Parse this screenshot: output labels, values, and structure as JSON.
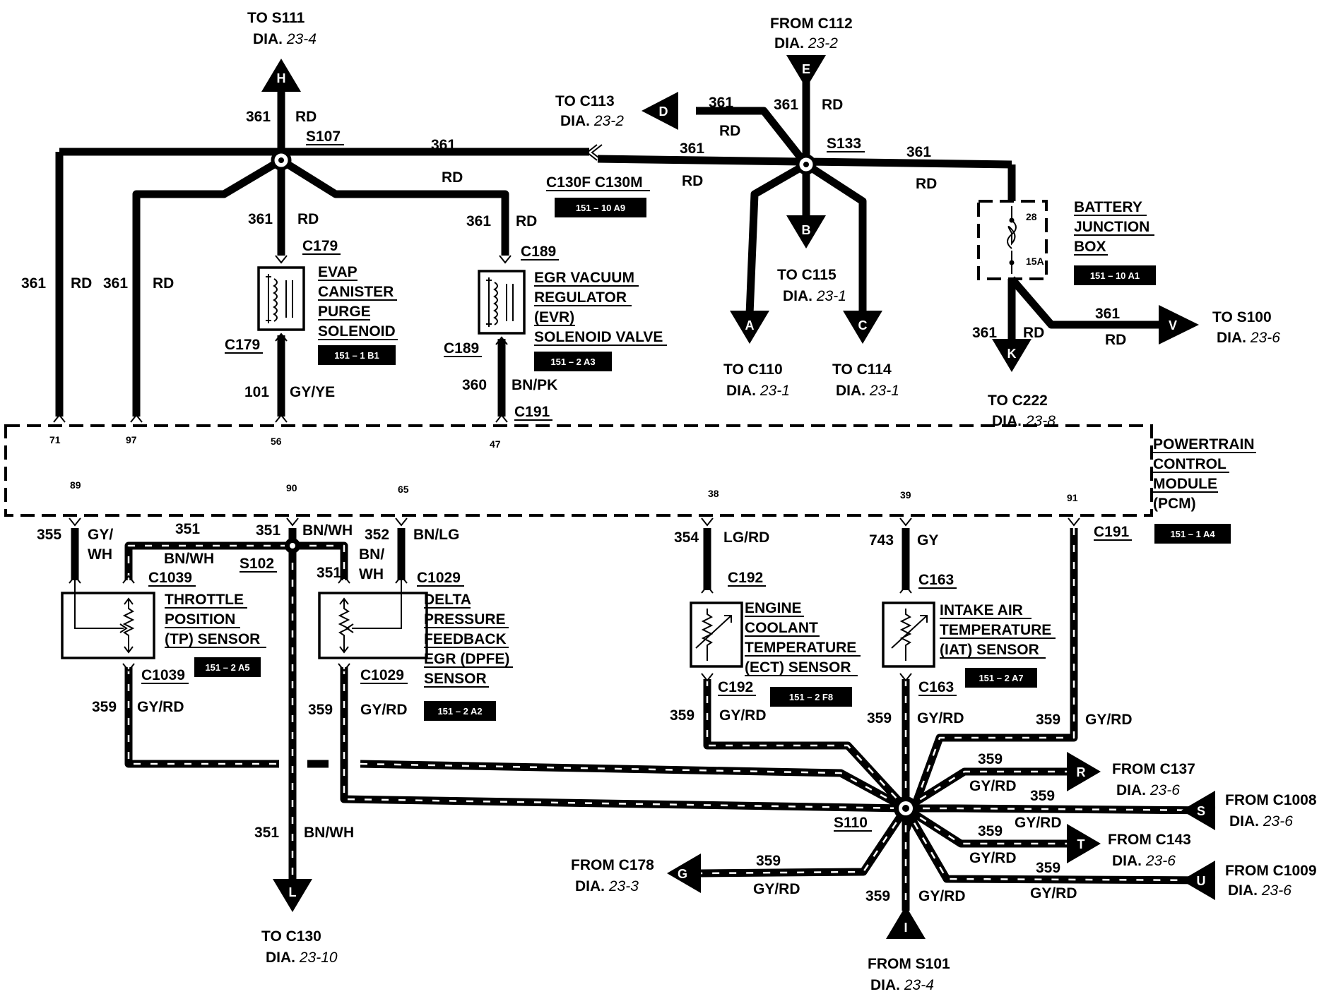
{
  "nodes": {
    "top_h": {
      "l1": "TO S111",
      "l2": "DIA.",
      "l3": "23-4",
      "letter": "H"
    },
    "top_e": {
      "l1": "FROM C112",
      "l2": "DIA.",
      "l3": "23-2",
      "letter": "E"
    },
    "d": {
      "l1": "TO C113",
      "l2": "DIA.",
      "l3": "23-2",
      "letter": "D"
    },
    "b": {
      "l1": "TO C115",
      "l2": "DIA.",
      "l3": "23-1",
      "letter": "B"
    },
    "a": {
      "l1": "TO C110",
      "l2": "DIA.",
      "l3": "23-1",
      "letter": "A"
    },
    "c": {
      "l1": "TO C114",
      "l2": "DIA.",
      "l3": "23-1",
      "letter": "C"
    },
    "k": {
      "l1": "TO C222",
      "l2": "DIA.",
      "l3": "23-8",
      "letter": "K"
    },
    "v": {
      "l1": "TO S100",
      "l2": "DIA.",
      "l3": "23-6",
      "letter": "V"
    },
    "l": {
      "l1": "TO C130",
      "l2": "DIA.",
      "l3": "23-10",
      "letter": "L"
    },
    "r": {
      "l1": "FROM C137",
      "l2": "DIA.",
      "l3": "23-6",
      "letter": "R"
    },
    "s": {
      "l1": "FROM C1008",
      "l2": "DIA.",
      "l3": "23-6",
      "letter": "S"
    },
    "t": {
      "l1": "FROM C143",
      "l2": "DIA.",
      "l3": "23-6",
      "letter": "T"
    },
    "u": {
      "l1": "FROM C1009",
      "l2": "DIA.",
      "l3": "23-6",
      "letter": "U"
    },
    "g": {
      "l1": "FROM C178",
      "l2": "DIA.",
      "l3": "23-3",
      "letter": "G"
    },
    "i": {
      "l1": "FROM S101",
      "l2": "DIA.",
      "l3": "23-4",
      "letter": "I"
    }
  },
  "splices": {
    "s107": "S107",
    "s133": "S133",
    "s102": "S102",
    "s110": "S110"
  },
  "connectors": {
    "c130": "C130F C130M",
    "c179": "C179",
    "c189": "C189",
    "c191": "C191",
    "c1039": "C1039",
    "c1029": "C1029",
    "c192": "C192",
    "c163": "C163"
  },
  "components": {
    "evap": [
      "EVAP",
      "CANISTER",
      "PURGE",
      "SOLENOID"
    ],
    "egr": [
      "EGR VACUUM",
      "REGULATOR",
      "(EVR)",
      "SOLENOID VALVE"
    ],
    "bjb": [
      "BATTERY",
      "JUNCTION",
      "BOX"
    ],
    "pcm": [
      "POWERTRAIN",
      "CONTROL",
      "MODULE",
      "(PCM)"
    ],
    "tp": [
      "THROTTLE",
      "POSITION",
      "(TP) SENSOR"
    ],
    "dpfe": [
      "DELTA",
      "PRESSURE",
      "FEEDBACK",
      "EGR (DPFE)",
      "SENSOR"
    ],
    "ect": [
      "ENGINE",
      "COOLANT",
      "TEMPERATURE",
      "(ECT) SENSOR"
    ],
    "iat": [
      "INTAKE  AIR",
      "TEMPERATURE",
      "(IAT) SENSOR"
    ]
  },
  "refs": {
    "c130": "151 – 10 A9",
    "evap": "151 – 1 B1",
    "egr": "151 – 2 A3",
    "bjb": "151 – 10 A1",
    "pcm": "151 – 1 A4",
    "tp": "151 – 2 A5",
    "dpfe": "151 – 2 A2",
    "ect": "151 – 2 F8",
    "iat": "151 – 2 A7"
  },
  "fuse": {
    "num": "28",
    "amp": "15A"
  },
  "pins": [
    "71",
    "97",
    "56",
    "47",
    "89",
    "90",
    "65",
    "38",
    "39",
    "91"
  ],
  "circuits": {
    "c361": "361",
    "rd": "RD",
    "c101": "101",
    "gyye": "GY/YE",
    "c360": "360",
    "bnpk": "BN/PK",
    "c355": "355",
    "gywh1": "GY/",
    "gywh2": "WH",
    "c351": "351",
    "bnwh": "BN/WH",
    "bn1": "BN/",
    "wh": "WH",
    "c352": "352",
    "bnlg": "BN/LG",
    "c354": "354",
    "lgrd": "LG/RD",
    "c743": "743",
    "gy": "GY",
    "c359": "359",
    "gyrd": "GY/RD"
  }
}
